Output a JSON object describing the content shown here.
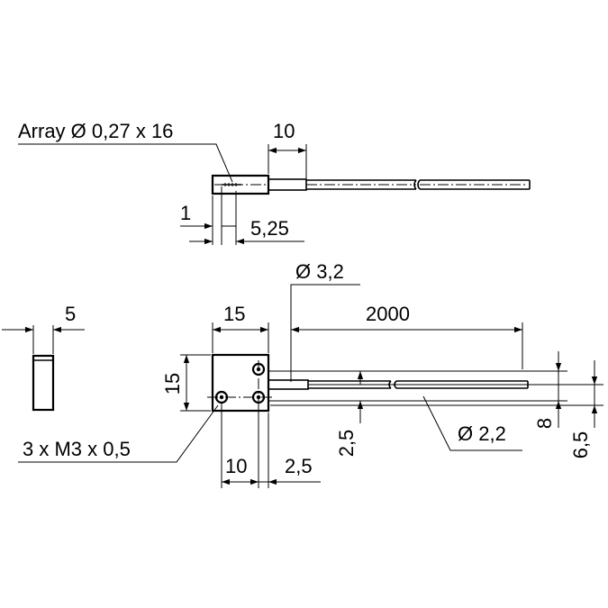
{
  "labels": {
    "array": "Array Ø 0,27 x 16",
    "top_len": "10",
    "top_1": "1",
    "top_525": "5,25",
    "dia_32": "Ø 3,2",
    "w_15": "15",
    "len_2000": "2000",
    "h_15": "15",
    "side_5": "5",
    "holes": "3 x M3 x 0,5",
    "w_10": "10",
    "off_25": "2,5",
    "v_25": "2,5",
    "dia_22": "Ø 2,2",
    "v_8": "8",
    "v_65": "6,5"
  },
  "colors": {
    "line": "#000000",
    "background": "#ffffff"
  }
}
